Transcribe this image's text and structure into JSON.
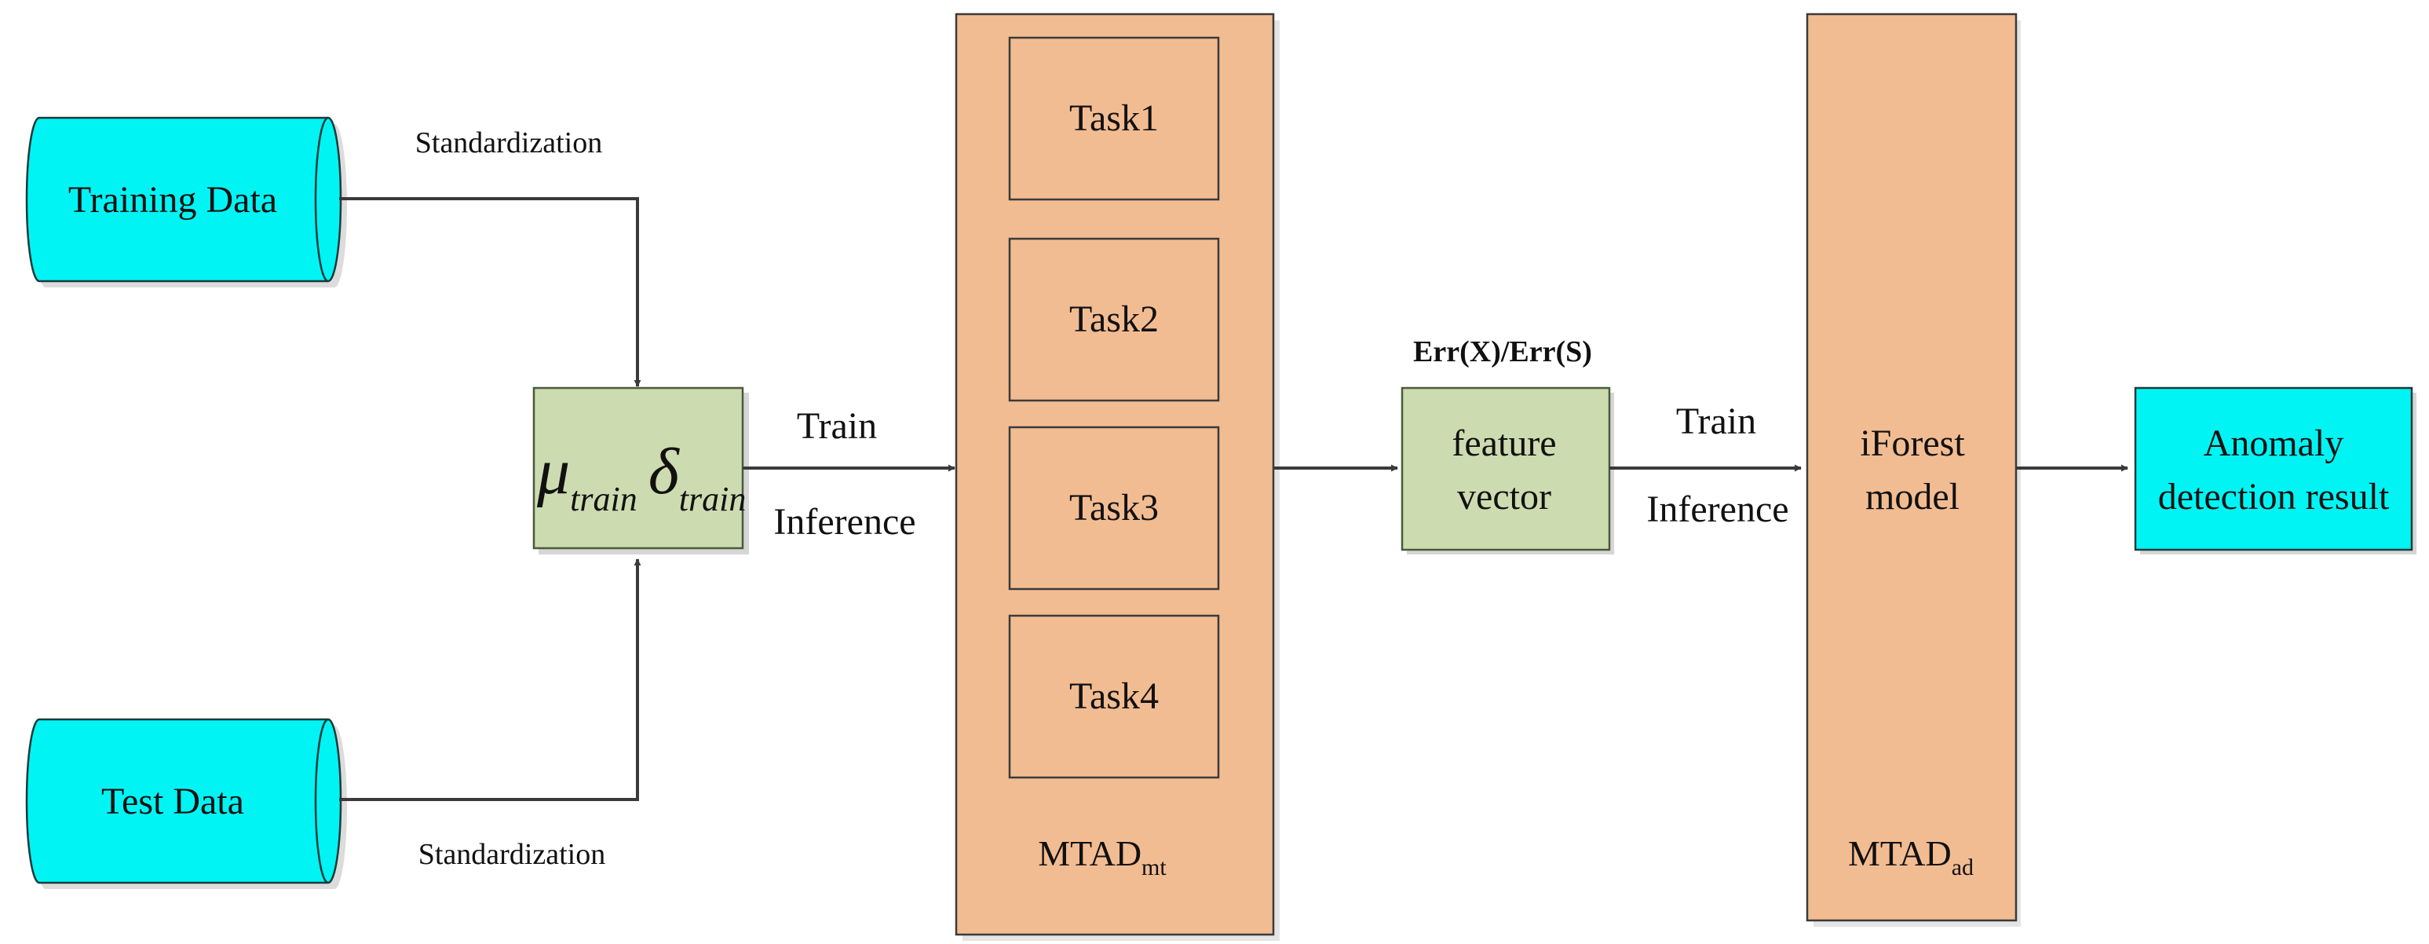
{
  "colors": {
    "cylinder": "#00F4F4",
    "cylinder_stroke": "#1a3a3a",
    "module": "#F2BC92",
    "module_stroke": "#3a3a3a",
    "feature": "#CDDBB0",
    "feature_stroke": "#4a5a3a",
    "result": "#00F4F4",
    "arrow": "#3a3a3a",
    "shadow": "#d8d8d8"
  },
  "inputs": {
    "training": "Training Data",
    "test": "Test Data"
  },
  "standardization": {
    "top": "Standardization",
    "bottom": "Standardization"
  },
  "stats": {
    "mu": "μ",
    "mu_sub": "train",
    "delta": "δ",
    "delta_sub": "train"
  },
  "edge_labels": {
    "train_1": "Train",
    "inference_1": "Inference",
    "train_2": "Train",
    "inference_2": "Inference"
  },
  "mtad_mt": {
    "tasks": [
      "Task1",
      "Task2",
      "Task3",
      "Task4"
    ],
    "label": "MTAD",
    "label_sub": "mt"
  },
  "error_label": "Err(X)/Err(S)",
  "feature": {
    "line1": "feature",
    "line2": "vector"
  },
  "mtad_ad": {
    "line1": "iForest",
    "line2": "model",
    "label": "MTAD",
    "label_sub": "ad"
  },
  "result": {
    "line1": "Anomaly",
    "line2": "detection result"
  },
  "icons": [
    "arrow-head-icon",
    "database-cylinder-icon"
  ]
}
